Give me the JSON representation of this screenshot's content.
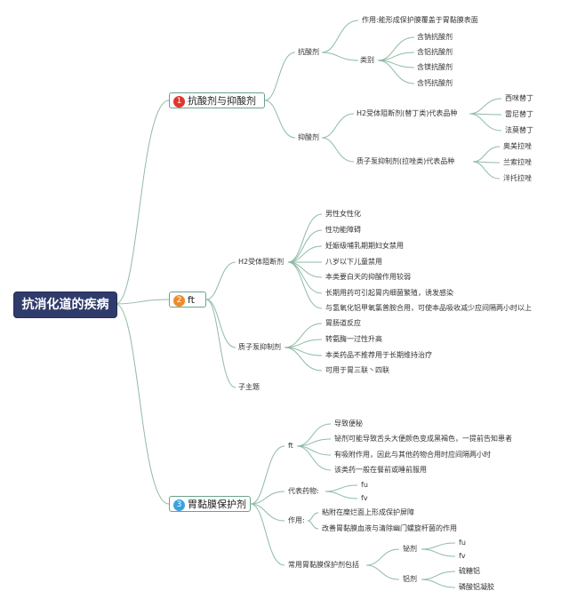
{
  "colors": {
    "root_bg": "#2f3b6b",
    "line": "#8fbba6",
    "badge1": "#e0362c",
    "badge2": "#f08a2a",
    "badge3": "#3aa3df"
  },
  "root": "抗消化道的疾病",
  "b1": {
    "num": "1",
    "label": "抗酸剂与抑酸剂",
    "antacid": "抗酸剂",
    "action": "作用:能形成保护膜覆盖于胃黏膜表面",
    "types": "类别",
    "type_items": [
      "含钠抗酸剂",
      "含铝抗酸剂",
      "含镁抗酸剂",
      "含钙抗酸剂"
    ],
    "suppress": "抑酸剂",
    "h2": "H2受体阻断剂(替丁类)代表品种",
    "h2_items": [
      "西咪替丁",
      "雷尼替丁",
      "法莫替丁"
    ],
    "ppi": "质子泵抑制剂(拉唑类)代表品种",
    "ppi_items": [
      "奥美拉唑",
      "兰索拉唑",
      "泮托拉唑"
    ]
  },
  "b2": {
    "num": "2",
    "label": "ft",
    "h2": "H2受体阻断剂",
    "h2_items": [
      "男性女性化",
      "性功能障碍",
      "妊娠级哺乳期期妇女禁用",
      "八岁以下儿童禁用",
      "本类要白天的抑酸作用较弱",
      "长期用药可引起胃内细菌繁殖，诱发感染",
      "与氢氧化铝甲氧氯普胺合用，可使本品吸收减少应间隔两小时以上"
    ],
    "ppi": "质子泵抑制剂",
    "ppi_items": [
      "胃肠道反应",
      "转氨酶一过性升高",
      "本类药品不推荐用于长期维持治疗",
      "可用于胃三联丶四联"
    ],
    "sub": "子主题"
  },
  "b3": {
    "num": "3",
    "label": "胃黏膜保护剂",
    "ft": "ft",
    "ft_items": [
      "导致便秘",
      "铋剂可能导致舌头大便颜色变成黑褐色，一提前告知患者",
      "有吸附作用，因此与其他药物合用时应间隔两小时",
      "该类药一般在餐前或睡前服用"
    ],
    "rep": "代表药物:",
    "rep_items": [
      "fu",
      "fv"
    ],
    "action": "作用:",
    "action_items": [
      "粘附在糜烂面上形成保护屏障",
      "改善胃黏膜血液与清除幽门螺旋杆菌的作用"
    ],
    "common": "常用胃黏膜保护剂包括",
    "bi": "铋剂",
    "bi_items": [
      "fu",
      "fv"
    ],
    "al": "铝剂",
    "al_items": [
      "硫糖铝",
      "磷酸铝凝胶"
    ]
  }
}
